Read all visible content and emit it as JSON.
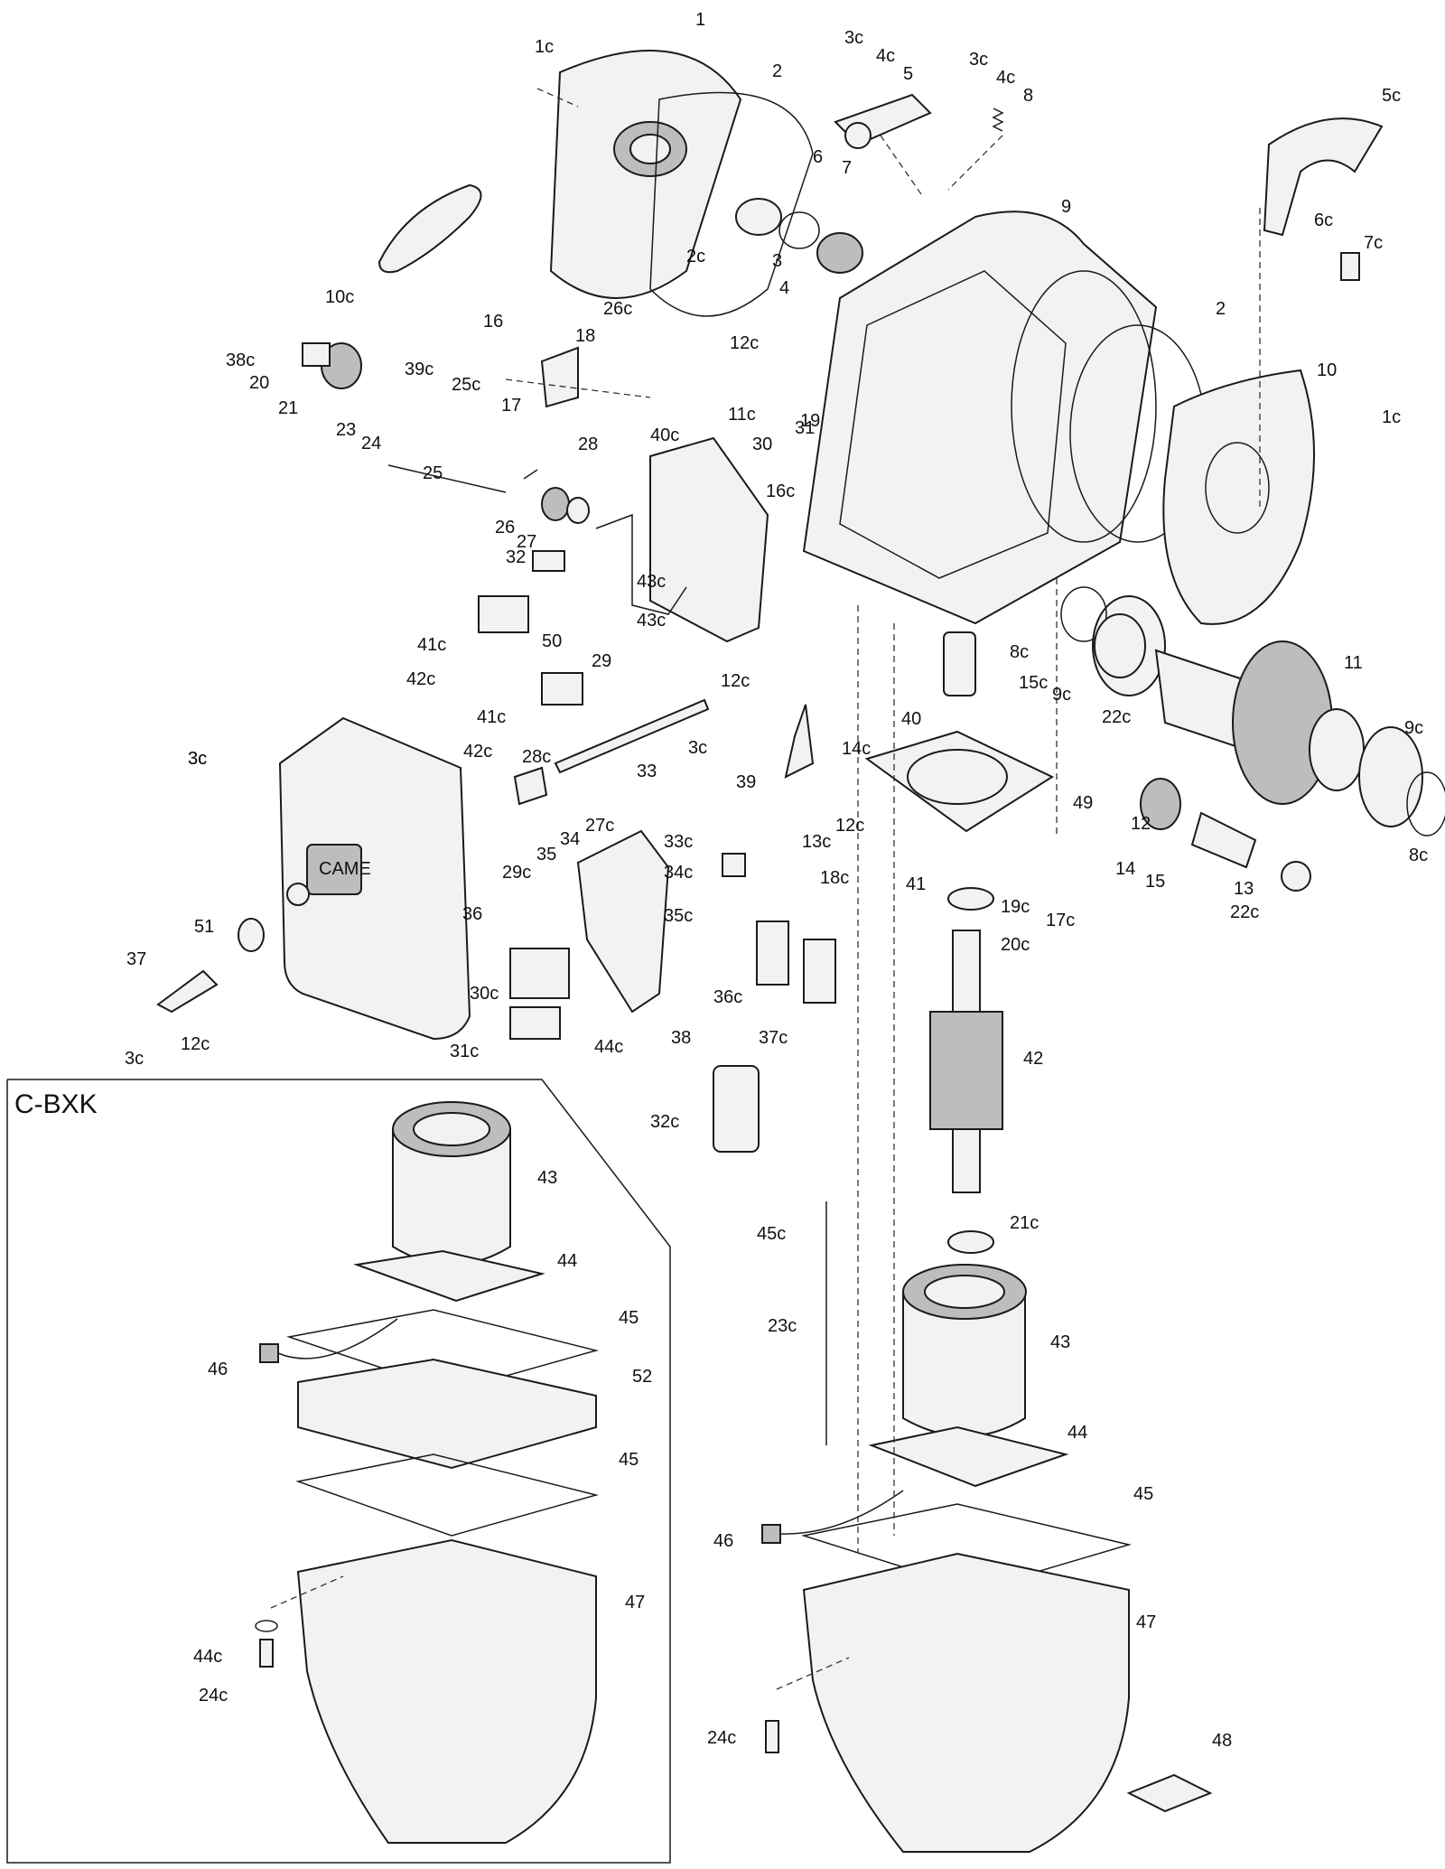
{
  "inset": {
    "title": "C-BXK"
  },
  "brand": "CAME",
  "labels": [
    {
      "id": "1",
      "t": "1"
    },
    {
      "id": "1c_a",
      "t": "1c"
    },
    {
      "id": "2_a",
      "t": "2"
    },
    {
      "id": "2c",
      "t": "2c"
    },
    {
      "id": "3",
      "t": "3"
    },
    {
      "id": "3c_a",
      "t": "3c"
    },
    {
      "id": "4c_a",
      "t": "4c"
    },
    {
      "id": "5",
      "t": "5"
    },
    {
      "id": "6",
      "t": "6"
    },
    {
      "id": "7",
      "t": "7"
    },
    {
      "id": "3c_b",
      "t": "3c"
    },
    {
      "id": "4c_b",
      "t": "4c"
    },
    {
      "id": "8",
      "t": "8"
    },
    {
      "id": "5c",
      "t": "5c"
    },
    {
      "id": "6c",
      "t": "6c"
    },
    {
      "id": "7c",
      "t": "7c"
    },
    {
      "id": "4",
      "t": "4"
    },
    {
      "id": "9",
      "t": "9"
    },
    {
      "id": "2_b",
      "t": "2"
    },
    {
      "id": "10",
      "t": "10"
    },
    {
      "id": "1c_b",
      "t": "1c"
    },
    {
      "id": "10c",
      "t": "10c"
    },
    {
      "id": "16",
      "t": "16"
    },
    {
      "id": "26c",
      "t": "26c"
    },
    {
      "id": "18",
      "t": "18"
    },
    {
      "id": "38c",
      "t": "38c"
    },
    {
      "id": "20",
      "t": "20"
    },
    {
      "id": "21",
      "t": "21"
    },
    {
      "id": "39c",
      "t": "39c"
    },
    {
      "id": "25c",
      "t": "25c"
    },
    {
      "id": "17",
      "t": "17"
    },
    {
      "id": "23",
      "t": "23"
    },
    {
      "id": "24",
      "t": "24"
    },
    {
      "id": "25",
      "t": "25"
    },
    {
      "id": "12c_a",
      "t": "12c"
    },
    {
      "id": "11c",
      "t": "11c"
    },
    {
      "id": "19",
      "t": "19"
    },
    {
      "id": "40c",
      "t": "40c"
    },
    {
      "id": "31",
      "t": "31"
    },
    {
      "id": "28",
      "t": "28"
    },
    {
      "id": "30",
      "t": "30"
    },
    {
      "id": "16c",
      "t": "16c"
    },
    {
      "id": "26",
      "t": "26"
    },
    {
      "id": "27",
      "t": "27"
    },
    {
      "id": "32",
      "t": "32"
    },
    {
      "id": "43c_a",
      "t": "43c"
    },
    {
      "id": "43c_b",
      "t": "43c"
    },
    {
      "id": "41c_a",
      "t": "41c"
    },
    {
      "id": "50",
      "t": "50"
    },
    {
      "id": "42c_a",
      "t": "42c"
    },
    {
      "id": "29",
      "t": "29"
    },
    {
      "id": "8c_a",
      "t": "8c"
    },
    {
      "id": "9c_a",
      "t": "9c"
    },
    {
      "id": "11",
      "t": "11"
    },
    {
      "id": "40",
      "t": "40"
    },
    {
      "id": "15c",
      "t": "15c"
    },
    {
      "id": "12c_b",
      "t": "12c"
    },
    {
      "id": "41c_b",
      "t": "41c"
    },
    {
      "id": "42c_b",
      "t": "42c"
    },
    {
      "id": "3c_c",
      "t": "3c"
    },
    {
      "id": "33",
      "t": "33"
    },
    {
      "id": "3c_d",
      "t": "3c"
    },
    {
      "id": "14c",
      "t": "14c"
    },
    {
      "id": "39",
      "t": "39"
    },
    {
      "id": "22c_a",
      "t": "22c"
    },
    {
      "id": "9c_b",
      "t": "9c"
    },
    {
      "id": "3c_e",
      "t": "3c"
    },
    {
      "id": "28c",
      "t": "28c"
    },
    {
      "id": "27c",
      "t": "27c"
    },
    {
      "id": "34",
      "t": "34"
    },
    {
      "id": "35",
      "t": "35"
    },
    {
      "id": "29c",
      "t": "29c"
    },
    {
      "id": "12c_c",
      "t": "12c"
    },
    {
      "id": "13c",
      "t": "13c"
    },
    {
      "id": "49",
      "t": "49"
    },
    {
      "id": "12",
      "t": "12"
    },
    {
      "id": "8c_b",
      "t": "8c"
    },
    {
      "id": "33c",
      "t": "33c"
    },
    {
      "id": "34c",
      "t": "34c"
    },
    {
      "id": "18c",
      "t": "18c"
    },
    {
      "id": "41",
      "t": "41"
    },
    {
      "id": "19c",
      "t": "19c"
    },
    {
      "id": "17c",
      "t": "17c"
    },
    {
      "id": "14",
      "t": "14"
    },
    {
      "id": "15",
      "t": "15"
    },
    {
      "id": "13",
      "t": "13"
    },
    {
      "id": "22c_b",
      "t": "22c"
    },
    {
      "id": "35c",
      "t": "35c"
    },
    {
      "id": "20c",
      "t": "20c"
    },
    {
      "id": "36",
      "t": "36"
    },
    {
      "id": "51",
      "t": "51"
    },
    {
      "id": "37",
      "t": "37"
    },
    {
      "id": "30c",
      "t": "30c"
    },
    {
      "id": "36c",
      "t": "36c"
    },
    {
      "id": "37c",
      "t": "37c"
    },
    {
      "id": "31c",
      "t": "31c"
    },
    {
      "id": "44c_a",
      "t": "44c"
    },
    {
      "id": "38",
      "t": "38"
    },
    {
      "id": "3c_f",
      "t": "3c"
    },
    {
      "id": "12c_d",
      "t": "12c"
    },
    {
      "id": "42",
      "t": "42"
    },
    {
      "id": "32c",
      "t": "32c"
    },
    {
      "id": "43_a",
      "t": "43"
    },
    {
      "id": "44_a",
      "t": "44"
    },
    {
      "id": "45_a",
      "t": "45"
    },
    {
      "id": "46_a",
      "t": "46"
    },
    {
      "id": "52",
      "t": "52"
    },
    {
      "id": "45_b",
      "t": "45"
    },
    {
      "id": "47_a",
      "t": "47"
    },
    {
      "id": "44c_b",
      "t": "44c"
    },
    {
      "id": "24c_a",
      "t": "24c"
    },
    {
      "id": "45c",
      "t": "45c"
    },
    {
      "id": "21c",
      "t": "21c"
    },
    {
      "id": "23c",
      "t": "23c"
    },
    {
      "id": "43_b",
      "t": "43"
    },
    {
      "id": "44_b",
      "t": "44"
    },
    {
      "id": "45_c",
      "t": "45"
    },
    {
      "id": "46_b",
      "t": "46"
    },
    {
      "id": "47_b",
      "t": "47"
    },
    {
      "id": "24c_b",
      "t": "24c"
    },
    {
      "id": "48",
      "t": "48"
    }
  ]
}
